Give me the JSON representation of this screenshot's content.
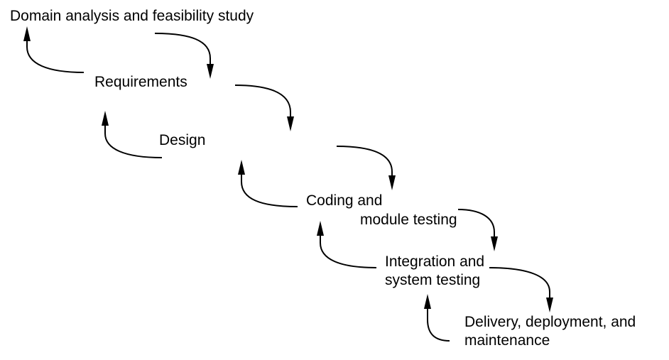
{
  "diagram": {
    "stages": [
      {
        "id": "domain",
        "lines": [
          "Domain analysis and feasibility study"
        ]
      },
      {
        "id": "requirements",
        "lines": [
          "Requirements"
        ]
      },
      {
        "id": "design",
        "lines": [
          "Design"
        ]
      },
      {
        "id": "coding",
        "lines": [
          "Coding and",
          "module testing"
        ]
      },
      {
        "id": "integration",
        "lines": [
          "Integration and",
          "system testing"
        ]
      },
      {
        "id": "delivery",
        "lines": [
          "Delivery, deployment, and",
          "maintenance"
        ]
      }
    ],
    "arrows": [
      {
        "from": "domain",
        "to": "requirements",
        "direction": "forward"
      },
      {
        "from": "requirements",
        "to": "domain",
        "direction": "feedback"
      },
      {
        "from": "requirements",
        "to": "design",
        "direction": "forward"
      },
      {
        "from": "design",
        "to": "requirements",
        "direction": "feedback"
      },
      {
        "from": "design",
        "to": "coding",
        "direction": "forward"
      },
      {
        "from": "coding",
        "to": "design",
        "direction": "feedback"
      },
      {
        "from": "coding",
        "to": "integration",
        "direction": "forward"
      },
      {
        "from": "integration",
        "to": "coding",
        "direction": "feedback"
      },
      {
        "from": "integration",
        "to": "delivery",
        "direction": "forward"
      },
      {
        "from": "delivery",
        "to": "integration",
        "direction": "feedback"
      }
    ],
    "colors": {
      "line": "#000000",
      "text": "#000000",
      "background": "#ffffff"
    }
  }
}
